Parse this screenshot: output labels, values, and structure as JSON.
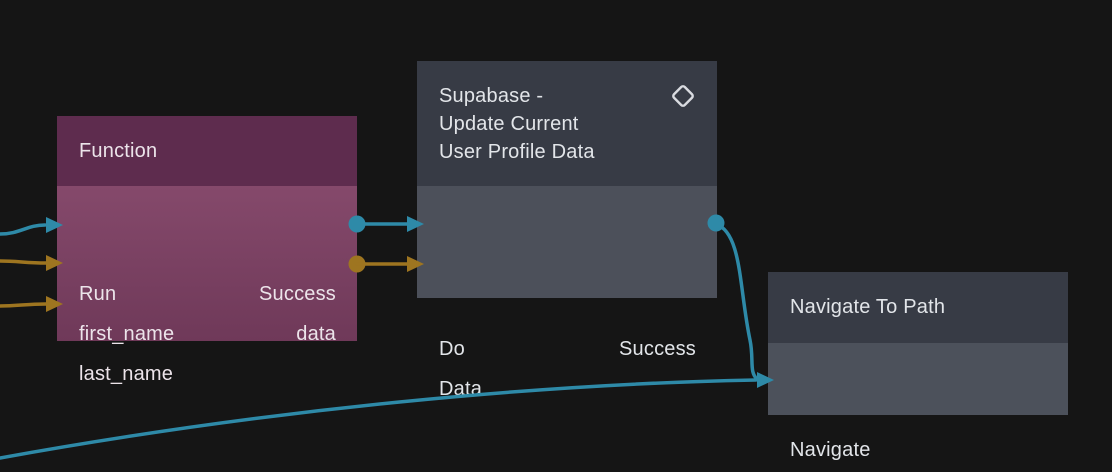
{
  "colors": {
    "background": "#151515",
    "wire_teal": "#2e8aa8",
    "wire_gold": "#9e7520",
    "function_header": "#5e2c4e",
    "function_body": "#7a4162",
    "slate_header": "#373b45",
    "slate_body": "#4c505a",
    "icon_stroke": "#d9dbe0"
  },
  "nodes": {
    "function": {
      "title": "Function",
      "inputs": [
        "Run",
        "first_name",
        "last_name"
      ],
      "outputs": [
        "Success",
        "data"
      ]
    },
    "supabase": {
      "title_lines": [
        "Supabase -",
        "Update Current",
        "User Profile Data"
      ],
      "icon": "diamond-icon",
      "inputs": [
        "Do",
        "Data"
      ],
      "outputs": [
        "Success"
      ]
    },
    "navigate": {
      "title": "Navigate To Path",
      "inputs": [
        "Navigate"
      ]
    }
  }
}
